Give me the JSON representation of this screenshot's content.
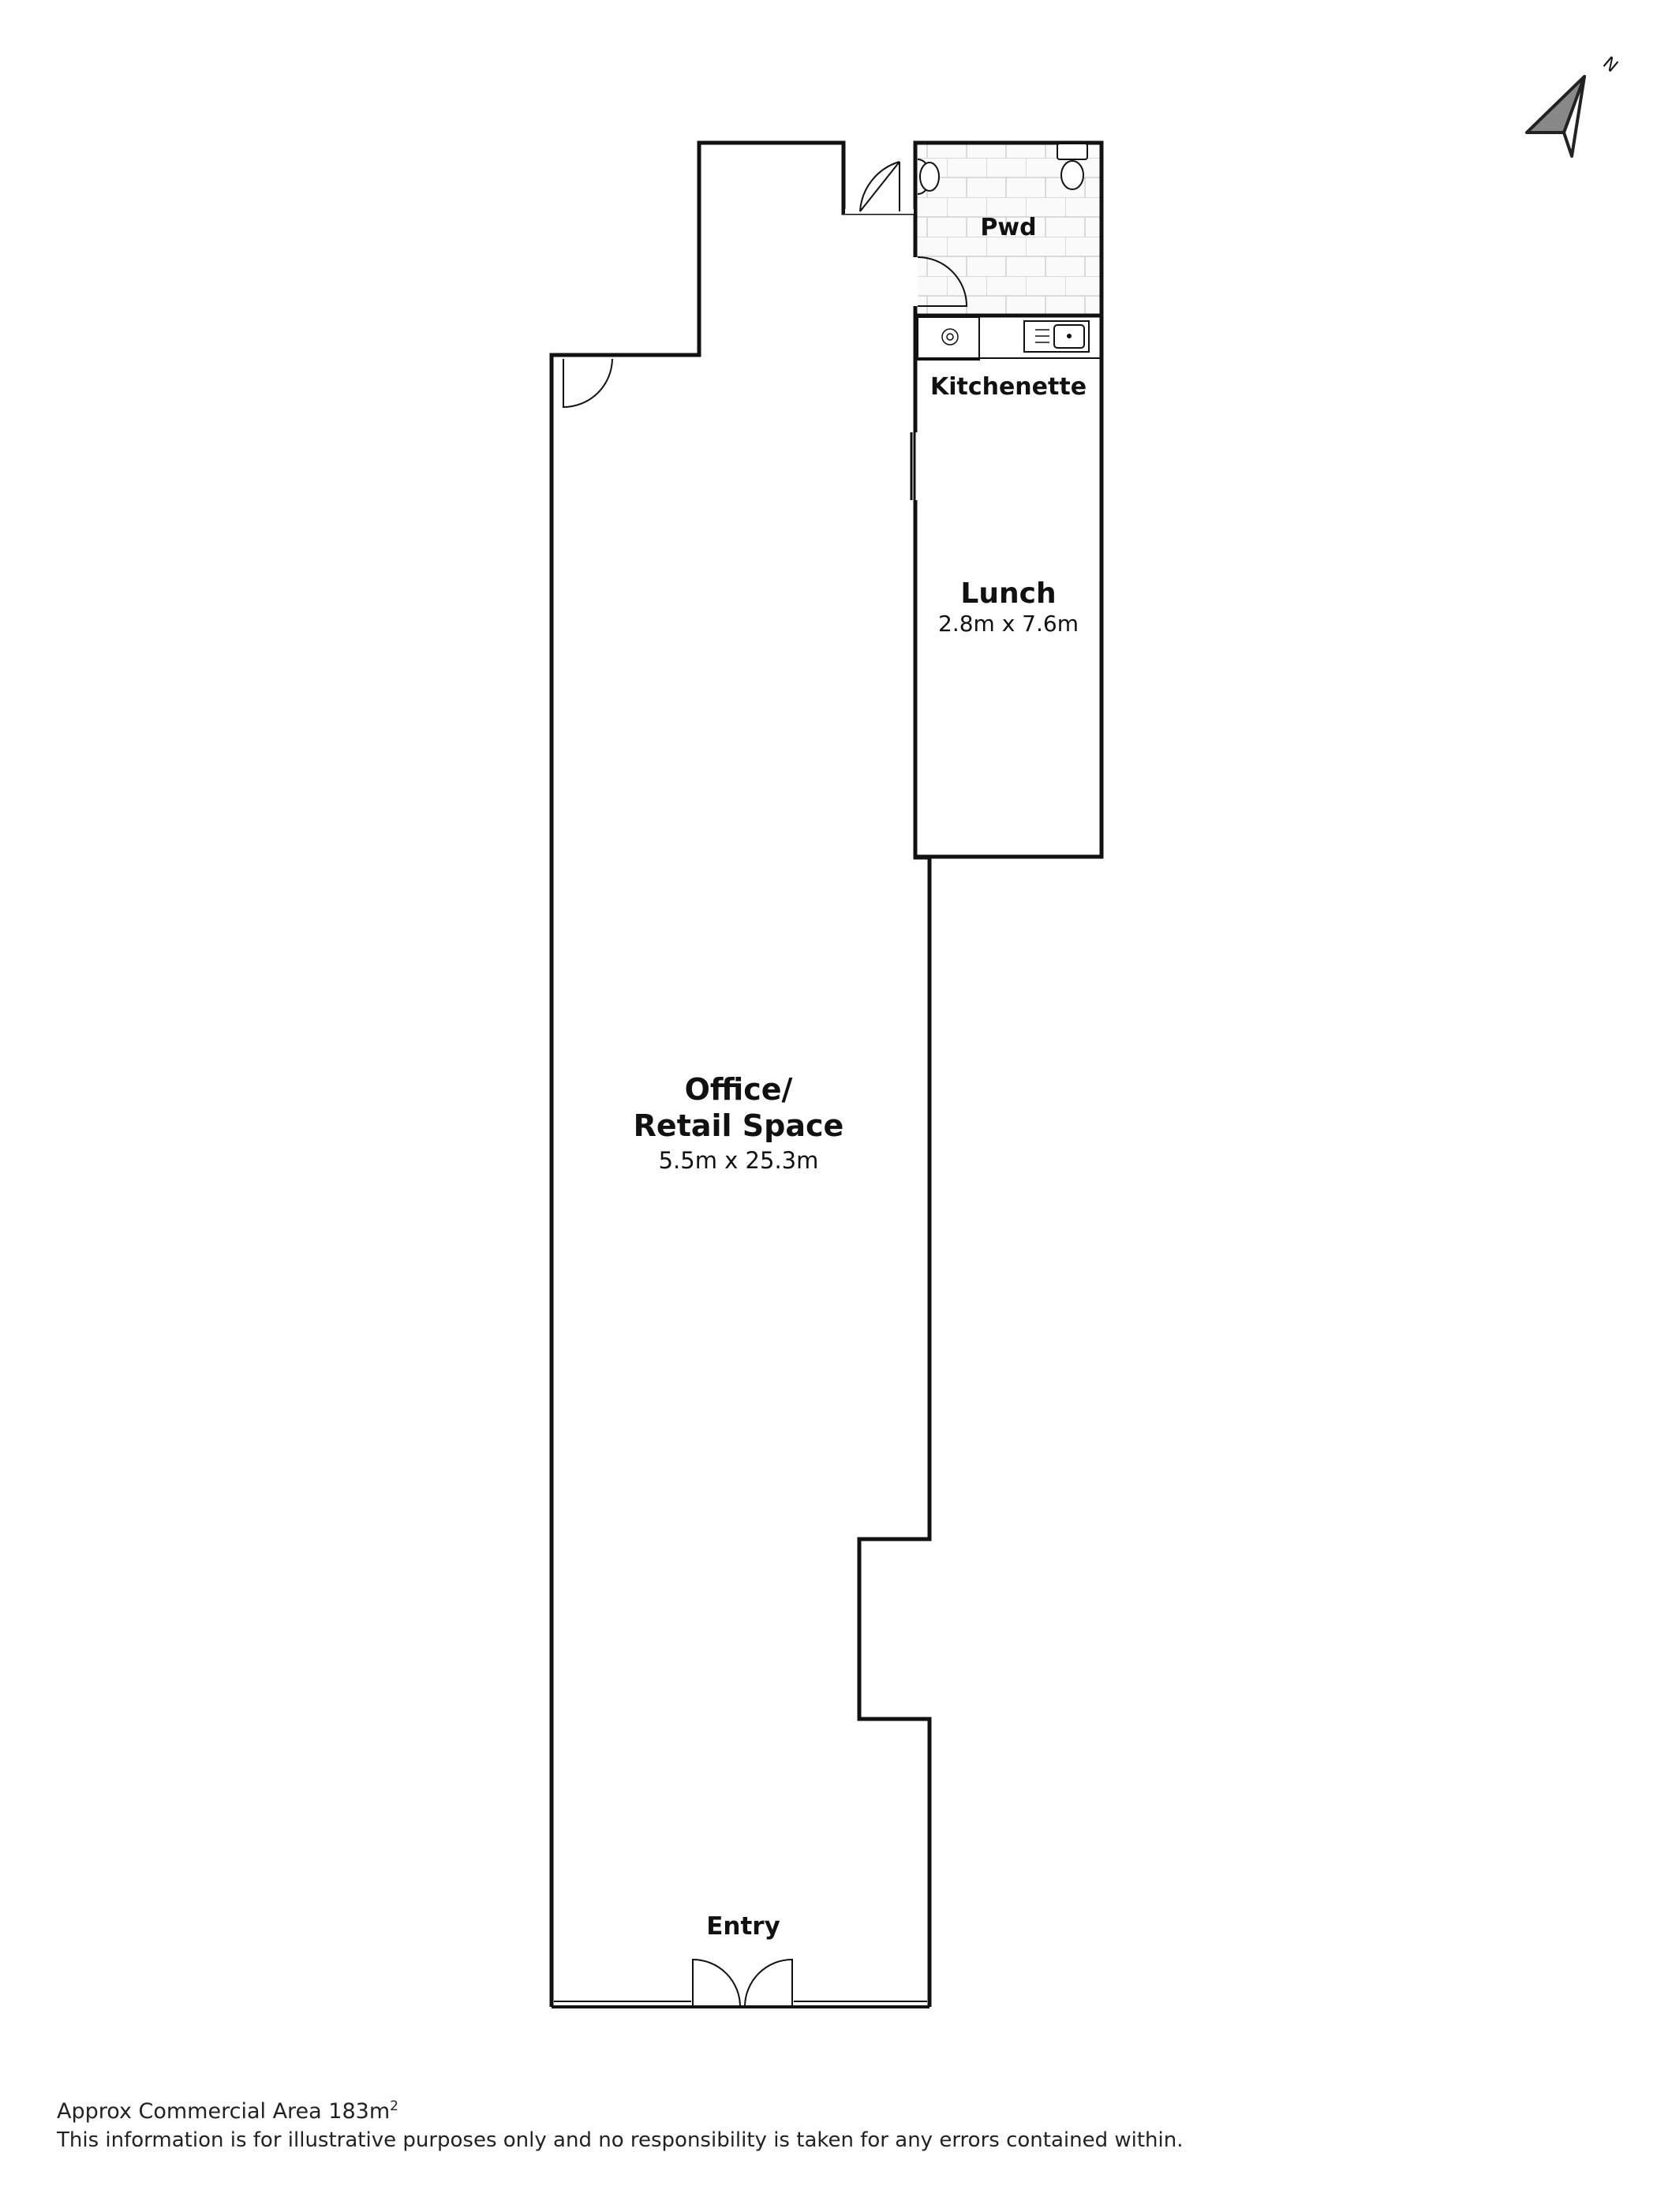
{
  "compass": {
    "label": "N",
    "icon": "north-arrow-icon"
  },
  "rooms": {
    "pwd": {
      "name": "Pwd"
    },
    "kitchenette": {
      "name": "Kitchenette"
    },
    "lunch": {
      "name": "Lunch",
      "dimensions": "2.8m x 7.6m"
    },
    "office": {
      "name_line1": "Office/",
      "name_line2": "Retail Space",
      "dimensions": "5.5m x 25.3m"
    },
    "entry": {
      "name": "Entry"
    }
  },
  "footer": {
    "area_text": "Approx Commercial Area 183m",
    "area_superscript": "2",
    "disclaimer": "This information is for illustrative purposes only and no responsibility is taken for any errors contained within."
  },
  "colors": {
    "wall": "#111111",
    "tile_line": "#c8c8c8",
    "background": "#ffffff"
  }
}
